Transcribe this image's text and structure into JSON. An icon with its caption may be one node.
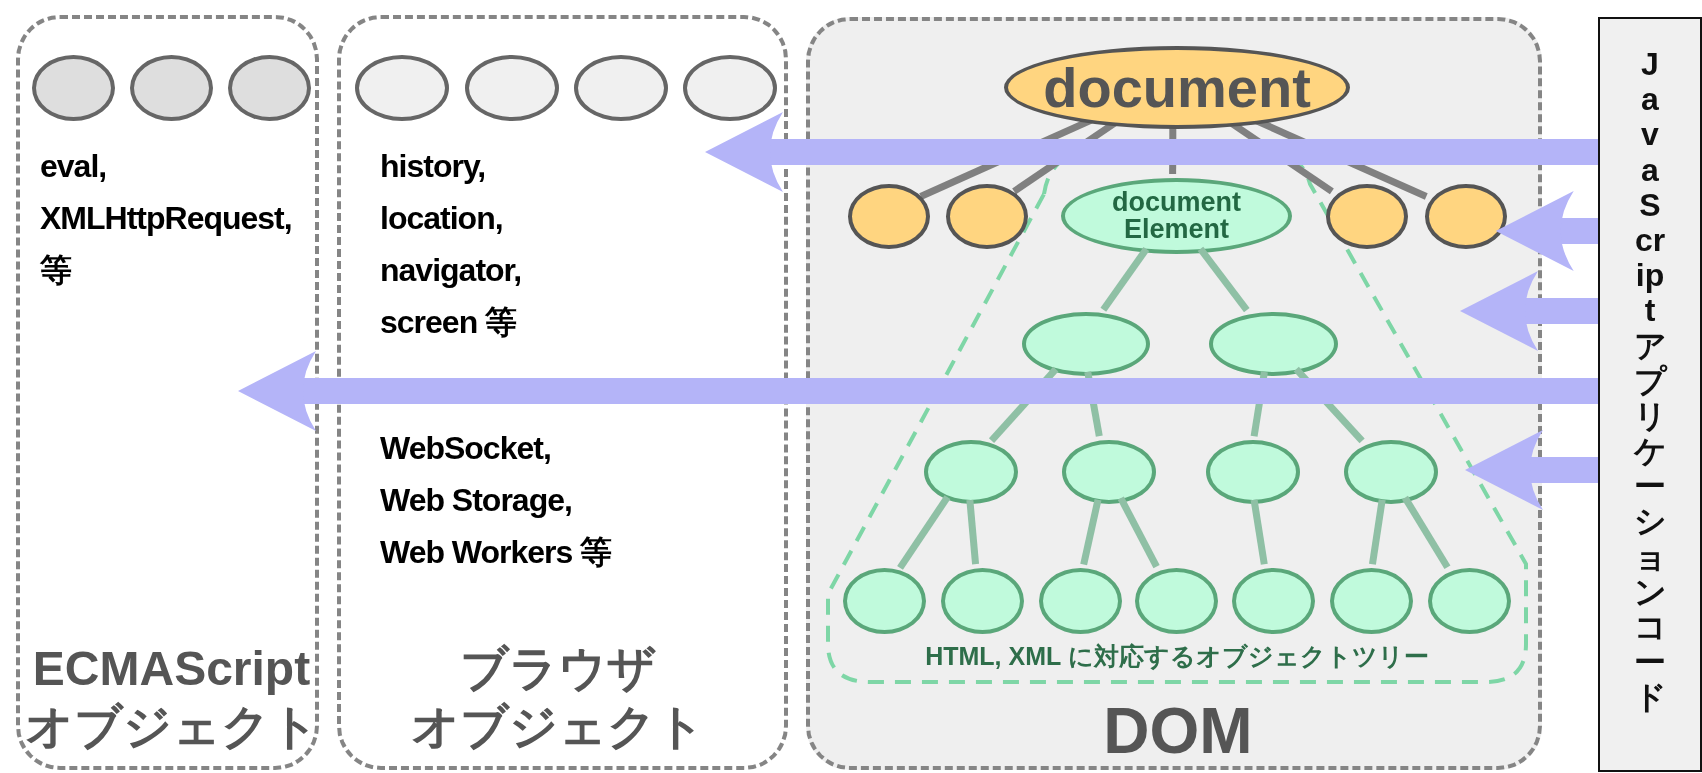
{
  "diagram": {
    "nodes": [
      {
        "text": [
          "eval, XMLHttpRequest, 等",
          "ECMAScript オブジェクト"
        ]
      },
      {
        "text": [],
        "shape": "ellipse",
        "in": 0
      },
      {
        "text": [],
        "shape": "ellipse",
        "in": 0
      },
      {
        "text": [],
        "shape": "ellipse",
        "in": 0
      },
      {
        "text": [
          "history, location, navigator, screen 等",
          "WebSocket, Web Storage, Web Workers 等",
          "ブラウザオブジェクト"
        ]
      },
      {
        "text": [],
        "shape": "ellipse",
        "in": 4
      },
      {
        "text": [],
        "shape": "ellipse",
        "in": 4
      },
      {
        "text": [],
        "shape": "ellipse",
        "in": 4
      },
      {
        "text": [],
        "shape": "ellipse",
        "in": 4
      },
      {
        "text": [
          "DOM"
        ]
      },
      {
        "text": [
          "document"
        ],
        "in": 9
      },
      {
        "text": [],
        "shape": "ellipse",
        "in": 9
      },
      {
        "text": [],
        "shape": "ellipse",
        "in": 9
      },
      {
        "text": [
          "HTML, XML に対応するオブジェクトツリー"
        ],
        "in": 9
      },
      {
        "text": [
          "document Element"
        ],
        "in": 13
      },
      {
        "text": [],
        "shape": "ellipse",
        "in": 9
      },
      {
        "text": [],
        "shape": "ellipse",
        "in": 9
      },
      {
        "text": [],
        "shape": "ellipse",
        "in": 13
      },
      {
        "text": [],
        "shape": "ellipse",
        "in": 13
      },
      {
        "text": [],
        "shape": "ellipse",
        "in": 13
      },
      {
        "text": [],
        "shape": "ellipse",
        "in": 13
      },
      {
        "text": [],
        "shape": "ellipse",
        "in": 13
      },
      {
        "text": [],
        "shape": "ellipse",
        "in": 13
      },
      {
        "text": [],
        "shape": "ellipse",
        "in": 13
      },
      {
        "text": [],
        "shape": "ellipse",
        "in": 13
      },
      {
        "text": [],
        "shape": "ellipse",
        "in": 13
      },
      {
        "text": [],
        "shape": "ellipse",
        "in": 13
      },
      {
        "text": [],
        "shape": "ellipse",
        "in": 13
      },
      {
        "text": [],
        "shape": "ellipse",
        "in": 13
      },
      {
        "text": [],
        "shape": "ellipse",
        "in": 13
      },
      {
        "text": [
          "JavaScript アプリケーションコード"
        ]
      }
    ],
    "edges": [
      {
        "from": 10,
        "to": 11,
        "arrow": "none",
        "color": "#808080"
      },
      {
        "from": 10,
        "to": 12,
        "arrow": "none",
        "color": "#808080"
      },
      {
        "from": 10,
        "to": 14,
        "arrow": "none",
        "color": "#808080"
      },
      {
        "from": 10,
        "to": 15,
        "arrow": "none",
        "color": "#808080"
      },
      {
        "from": 10,
        "to": 16,
        "arrow": "none",
        "color": "#808080"
      },
      {
        "from": 14,
        "to": 17,
        "arrow": "none"
      },
      {
        "from": 14,
        "to": 18,
        "arrow": "none"
      },
      {
        "from": 17,
        "to": 19,
        "arrow": "none"
      },
      {
        "from": 17,
        "to": 20,
        "arrow": "none"
      },
      {
        "from": 18,
        "to": 21,
        "arrow": "none"
      },
      {
        "from": 18,
        "to": 22,
        "arrow": "none"
      },
      {
        "from": 19,
        "to": 23,
        "arrow": "none"
      },
      {
        "from": 19,
        "to": 24,
        "arrow": "none"
      },
      {
        "from": 20,
        "to": 25,
        "arrow": "none"
      },
      {
        "from": 20,
        "to": 26,
        "arrow": "none"
      },
      {
        "from": 21,
        "to": 27,
        "arrow": "none"
      },
      {
        "from": 22,
        "to": 28,
        "arrow": "none"
      },
      {
        "from": 22,
        "to": 29,
        "arrow": "none"
      },
      {
        "from": 30,
        "to": 4,
        "arrow": "to",
        "style": "thick",
        "color": "#b4b4f8"
      },
      {
        "from": 30,
        "to": 16,
        "arrow": "to",
        "style": "thick",
        "color": "#b4b4f8"
      },
      {
        "from": 30,
        "to": 9,
        "arrow": "to",
        "style": "thick",
        "color": "#b4b4f8"
      },
      {
        "from": 30,
        "to": 0,
        "arrow": "to",
        "style": "thick",
        "color": "#b4b4f8"
      },
      {
        "from": 30,
        "to": 13,
        "arrow": "to",
        "style": "thick",
        "color": "#b4b4f8"
      }
    ]
  }
}
